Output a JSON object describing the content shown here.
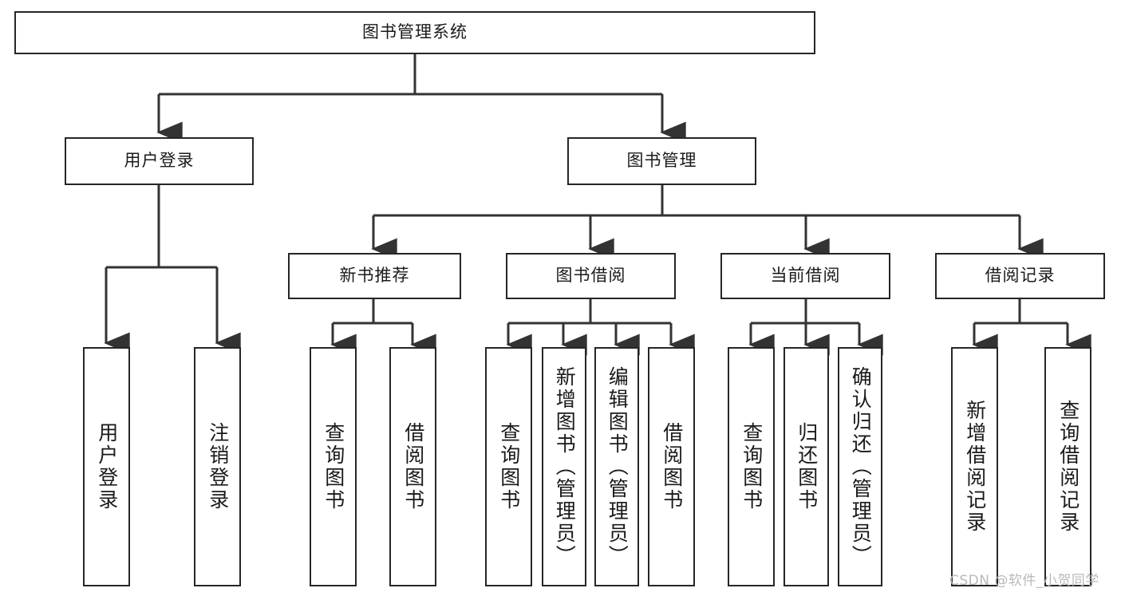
{
  "diagram": {
    "title": "图书管理系统",
    "type": "hierarchy-tree",
    "watermark": "CSDN @软件_小贺同学",
    "colors": {
      "stroke": "#262626",
      "box_fill": "#ffffff",
      "text": "#1a1a1a",
      "watermark": "#b9b9b9",
      "background": "#ffffff"
    },
    "levels": {
      "root": "图书管理系统",
      "level2": [
        "用户登录",
        "图书管理"
      ],
      "level3": [
        "新书推荐",
        "图书借阅",
        "当前借阅",
        "借阅记录"
      ]
    },
    "nodes": {
      "root": {
        "label": "图书管理系统"
      },
      "user_login": {
        "label": "用户登录"
      },
      "book_manage": {
        "label": "图书管理"
      },
      "new_book_rec": {
        "label": "新书推荐"
      },
      "book_borrow": {
        "label": "图书借阅"
      },
      "current_borrow": {
        "label": "当前借阅"
      },
      "borrow_record": {
        "label": "借阅记录"
      },
      "leaf_1": {
        "label": "用户登录"
      },
      "leaf_2": {
        "label": "注销登录"
      },
      "leaf_3": {
        "label": "查询图书"
      },
      "leaf_4": {
        "label": "借阅图书"
      },
      "leaf_5": {
        "label": "查询图书"
      },
      "leaf_6": {
        "label": "新增图书（管理员）"
      },
      "leaf_7": {
        "label": "编辑图书（管理员）"
      },
      "leaf_8": {
        "label": "借阅图书"
      },
      "leaf_9": {
        "label": "查询图书"
      },
      "leaf_10": {
        "label": "归还图书"
      },
      "leaf_11": {
        "label": "确认归还（管理员）"
      },
      "leaf_12": {
        "label": "新增借阅记录"
      },
      "leaf_13": {
        "label": "查询借阅记录"
      }
    }
  }
}
